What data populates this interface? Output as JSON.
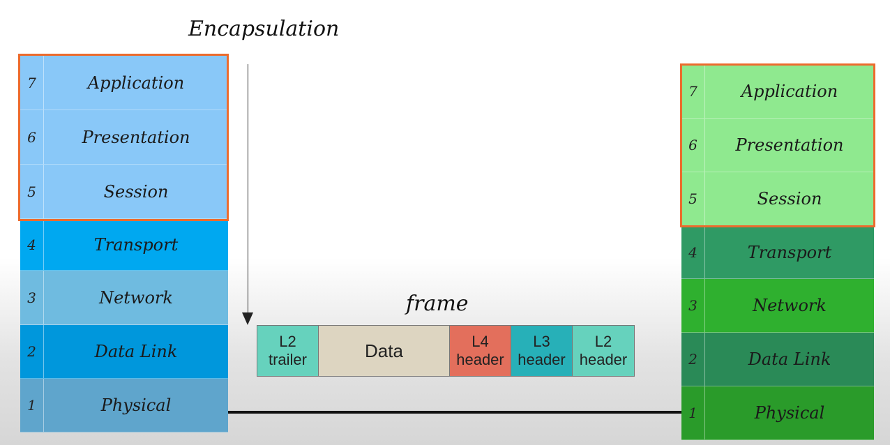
{
  "title": "Encapsulation",
  "frame_label": "frame",
  "left_stack": [
    {
      "num": "7",
      "name": "Application",
      "color": "#89c8f8"
    },
    {
      "num": "6",
      "name": "Presentation",
      "color": "#89c8f8"
    },
    {
      "num": "5",
      "name": "Session",
      "color": "#89c8f8"
    },
    {
      "num": "4",
      "name": "Transport",
      "color": "#00a8f0"
    },
    {
      "num": "3",
      "name": "Network",
      "color": "#6fbbe0"
    },
    {
      "num": "2",
      "name": "Data Link",
      "color": "#0097dc"
    },
    {
      "num": "1",
      "name": "Physical",
      "color": "#5fa5cc"
    }
  ],
  "right_stack": [
    {
      "num": "7",
      "name": "Application",
      "color": "#8fe98f"
    },
    {
      "num": "6",
      "name": "Presentation",
      "color": "#8fe98f"
    },
    {
      "num": "5",
      "name": "Session",
      "color": "#8fe98f"
    },
    {
      "num": "4",
      "name": "Transport",
      "color": "#2f9a64"
    },
    {
      "num": "3",
      "name": "Network",
      "color": "#2fb02f"
    },
    {
      "num": "2",
      "name": "Data Link",
      "color": "#2a8a57"
    },
    {
      "num": "1",
      "name": "Physical",
      "color": "#2a9b2a"
    }
  ],
  "frame": [
    {
      "line1": "L2",
      "line2": "trailer",
      "color": "#66d2bd"
    },
    {
      "line1": "Data",
      "line2": "",
      "color": "#ddd5c1"
    },
    {
      "line1": "L4",
      "line2": "header",
      "color": "#e36f5c"
    },
    {
      "line1": "L3",
      "line2": "header",
      "color": "#27b0b8"
    },
    {
      "line1": "L2",
      "line2": "header",
      "color": "#66d2bd"
    }
  ],
  "highlight_color": "#ec6b2d"
}
